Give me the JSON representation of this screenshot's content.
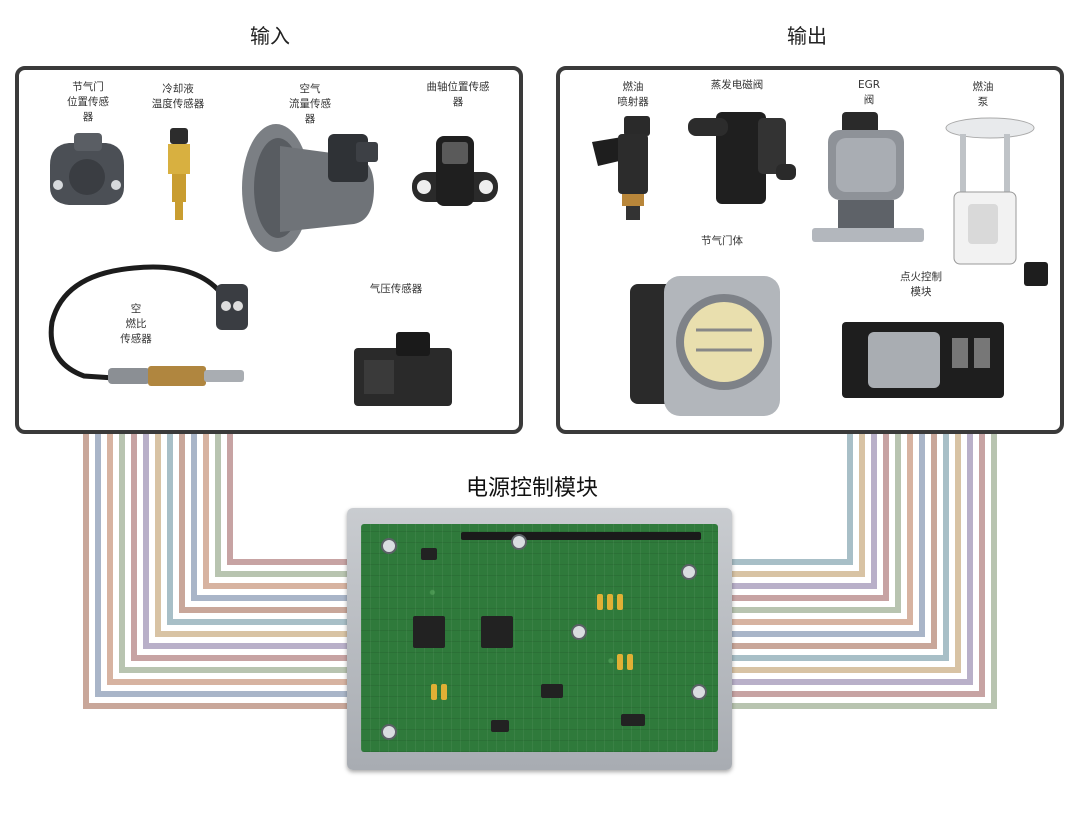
{
  "titles": {
    "input": "输入",
    "output": "输出",
    "ecu": "电源控制模块"
  },
  "inputs": {
    "throttle_position_sensor": "节气门\n位置传感\n器",
    "coolant_temp_sensor": "冷却液\n温度传感器",
    "mass_air_flow_sensor": "空气\n流量传感\n器",
    "crankshaft_position_sensor": "曲轴位置传感\n器",
    "air_fuel_ratio_sensor": "空\n燃比\n传感器",
    "pressure_sensor": "气压传感器"
  },
  "outputs": {
    "fuel_injector": "燃油\n喷射器",
    "evap_solenoid": "蒸发电磁阀",
    "egr_valve": "EGR\n阀",
    "fuel_pump": "燃油\n泵",
    "throttle_body": "节气门体",
    "ignition_module": "点火控制\n模块"
  },
  "colors": {
    "panel_border": "#3a3a3a",
    "pcb_green": "#2f7a3b",
    "wire_palette": [
      "#c9a79a",
      "#a9b5c8",
      "#d7b3a1",
      "#b8c4b0",
      "#c7a3a3",
      "#b9b0c9",
      "#d8c3a4",
      "#a8bfc7"
    ]
  }
}
